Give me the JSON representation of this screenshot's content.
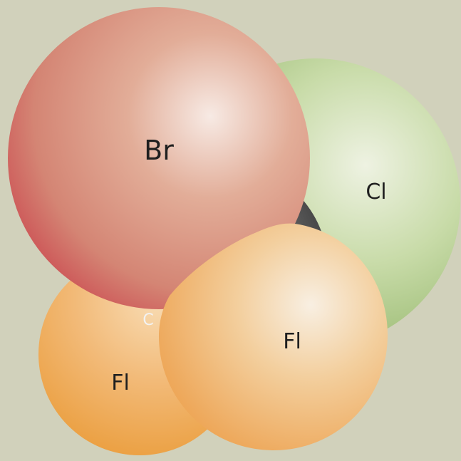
{
  "atoms": {
    "br": {
      "symbol": "Br"
    },
    "cl": {
      "symbol": "Cl"
    },
    "carbon": {
      "symbol": "C"
    },
    "fl_left": {
      "symbol": "Fl"
    },
    "fl_front": {
      "symbol": "Fl"
    }
  },
  "colors": {
    "background": "#d1d1bb",
    "bromine": "#d06a62",
    "chlorine": "#9cbc74",
    "fluorine": "#eea24a",
    "carbon": "#5e5e5e"
  }
}
